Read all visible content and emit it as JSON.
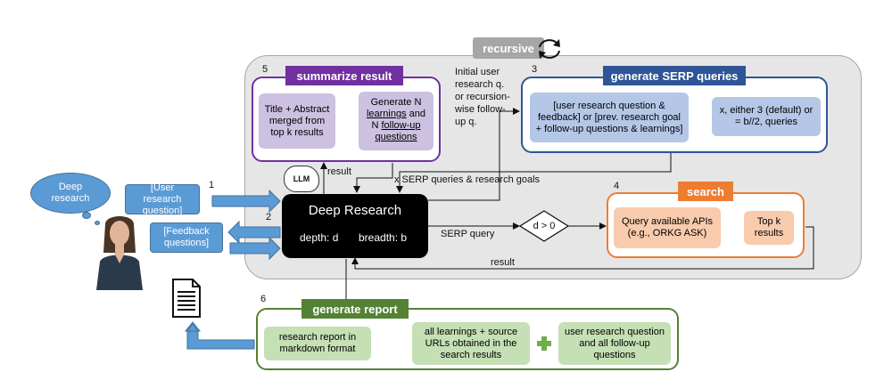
{
  "colors": {
    "purple": "#7030a0",
    "purple_fill": "#ccc1e0",
    "blue": "#2f5597",
    "blue_fill": "#b4c7e7",
    "orange": "#ed7d31",
    "orange_fill": "#f8cbad",
    "green": "#548235",
    "green_fill": "#c5e0b4",
    "grey_container": "#e7e6e6",
    "arrow_blue": "#5b9bd5",
    "plus_green": "#70ad47"
  },
  "recursive_label": "recursive",
  "user": {
    "thought_text": "Deep research",
    "user_research_question": "[User research question]",
    "feedback_questions": "[Feedback questions]"
  },
  "steps": {
    "s1": "1",
    "s2": "2",
    "s3": "3",
    "s4": "4",
    "s5": "5",
    "s6": "6"
  },
  "summarize": {
    "title": "summarize result",
    "box1": "Title + Abstract merged from top k results",
    "box2_pre": "Generate N",
    "box2_learnings": "learnings",
    "box2_mid": "and N",
    "box2_followup": "follow-up questions"
  },
  "serp": {
    "title": "generate SERP queries",
    "box1": "[user research question & feedback] or [prev. research goal + follow-up questions & learnings]",
    "box2": "x, either 3 (default) or = b//2, queries"
  },
  "initial_query_note": "Initial user research q. or recursion-wise follow-up q.",
  "deep_research": {
    "title": "Deep Research",
    "depth": "depth: d",
    "breadth": "breadth: b"
  },
  "llm_label": "LLM",
  "labels": {
    "result_top": "result",
    "serp_queries_goals": "x SERP queries & research goals",
    "serp_query": "SERP query",
    "result_bottom": "result"
  },
  "decision": "d > 0",
  "search": {
    "title": "search",
    "box1": "Query available APIs (e.g., ORKG ASK)",
    "box2": "Top k results"
  },
  "report": {
    "title": "generate report",
    "box1": "research report in markdown format",
    "box2": "all learnings + source URLs obtained in the search results",
    "box3": "user research question and all follow-up questions"
  }
}
